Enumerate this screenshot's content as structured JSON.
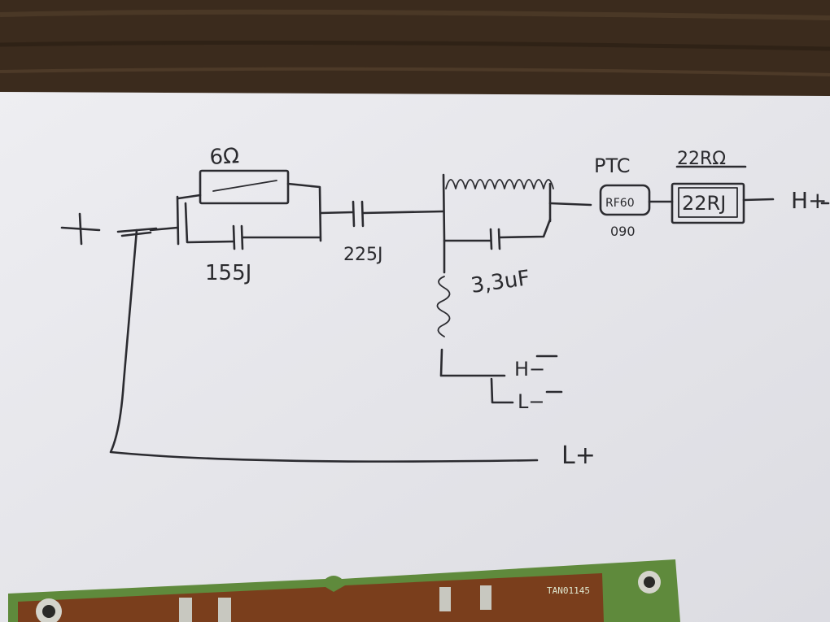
{
  "labels": {
    "resistor_value": "6Ω",
    "cap_parallel": "155J",
    "cap_series": "225J",
    "cap_shunt": "3,3uF",
    "ptc_title": "PTC",
    "ptc_part": "RF60",
    "ptc_code": "090",
    "resistor2_top": "22RΩ",
    "resistor2_body": "22RJ",
    "out_h_plus": "H+",
    "out_h_minus": "H−",
    "out_l_minus": "L−",
    "out_l_plus": "L+",
    "in_plus": "+",
    "pcb_text": "TAN01145"
  },
  "colors": {
    "wood": "#3a2a1c",
    "paper": "#e9e9ee",
    "ink": "#2b2b30",
    "pcb_board": "#7a3e1c",
    "pcb_edge": "#5f8a3c"
  }
}
